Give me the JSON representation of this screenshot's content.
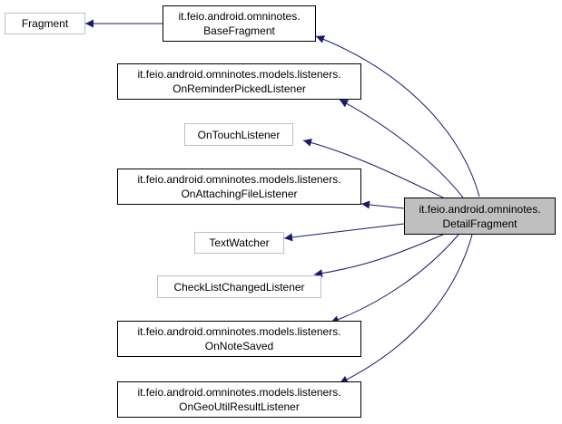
{
  "diagram": {
    "colors": {
      "edge": "#191970",
      "external_border": "#bfbfbf",
      "focus_fill": "#bfbfbf",
      "border": "#000000"
    },
    "nodes": {
      "fragment": {
        "line1": "Fragment"
      },
      "base_fragment": {
        "line1": "it.feio.android.omninotes.",
        "line2": "BaseFragment"
      },
      "reminder_listener": {
        "line1": "it.feio.android.omninotes.models.listeners.",
        "line2": "OnReminderPickedListener"
      },
      "touch_listener": {
        "line1": "OnTouchListener"
      },
      "attaching_listener": {
        "line1": "it.feio.android.omninotes.models.listeners.",
        "line2": "OnAttachingFileListener"
      },
      "text_watcher": {
        "line1": "TextWatcher"
      },
      "checklist_listener": {
        "line1": "CheckListChangedListener"
      },
      "note_saved": {
        "line1": "it.feio.android.omninotes.models.listeners.",
        "line2": "OnNoteSaved"
      },
      "geo_listener": {
        "line1": "it.feio.android.omninotes.models.listeners.",
        "line2": "OnGeoUtilResultListener"
      },
      "detail_fragment": {
        "line1": "it.feio.android.omninotes.",
        "line2": "DetailFragment"
      }
    }
  }
}
